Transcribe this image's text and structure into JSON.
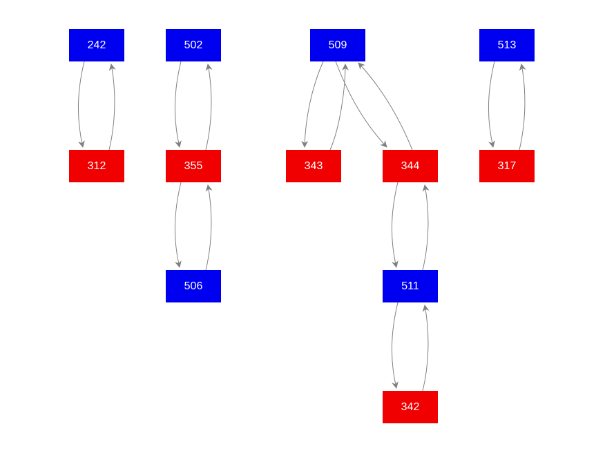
{
  "nodes": {
    "n242": "242",
    "n502": "502",
    "n509": "509",
    "n513": "513",
    "n312": "312",
    "n355": "355",
    "n343": "343",
    "n344": "344",
    "n317": "317",
    "n506": "506",
    "n511": "511",
    "n342": "342"
  },
  "colors": {
    "group_a": "#0000f0",
    "group_b": "#f00000",
    "edge": "#808080"
  },
  "edges": [
    {
      "from": "242",
      "to": "312"
    },
    {
      "from": "312",
      "to": "242"
    },
    {
      "from": "502",
      "to": "355"
    },
    {
      "from": "355",
      "to": "502"
    },
    {
      "from": "355",
      "to": "506"
    },
    {
      "from": "506",
      "to": "355"
    },
    {
      "from": "509",
      "to": "343"
    },
    {
      "from": "343",
      "to": "509"
    },
    {
      "from": "509",
      "to": "344"
    },
    {
      "from": "344",
      "to": "509"
    },
    {
      "from": "344",
      "to": "511"
    },
    {
      "from": "511",
      "to": "344"
    },
    {
      "from": "511",
      "to": "342"
    },
    {
      "from": "342",
      "to": "511"
    },
    {
      "from": "513",
      "to": "317"
    },
    {
      "from": "317",
      "to": "513"
    }
  ]
}
